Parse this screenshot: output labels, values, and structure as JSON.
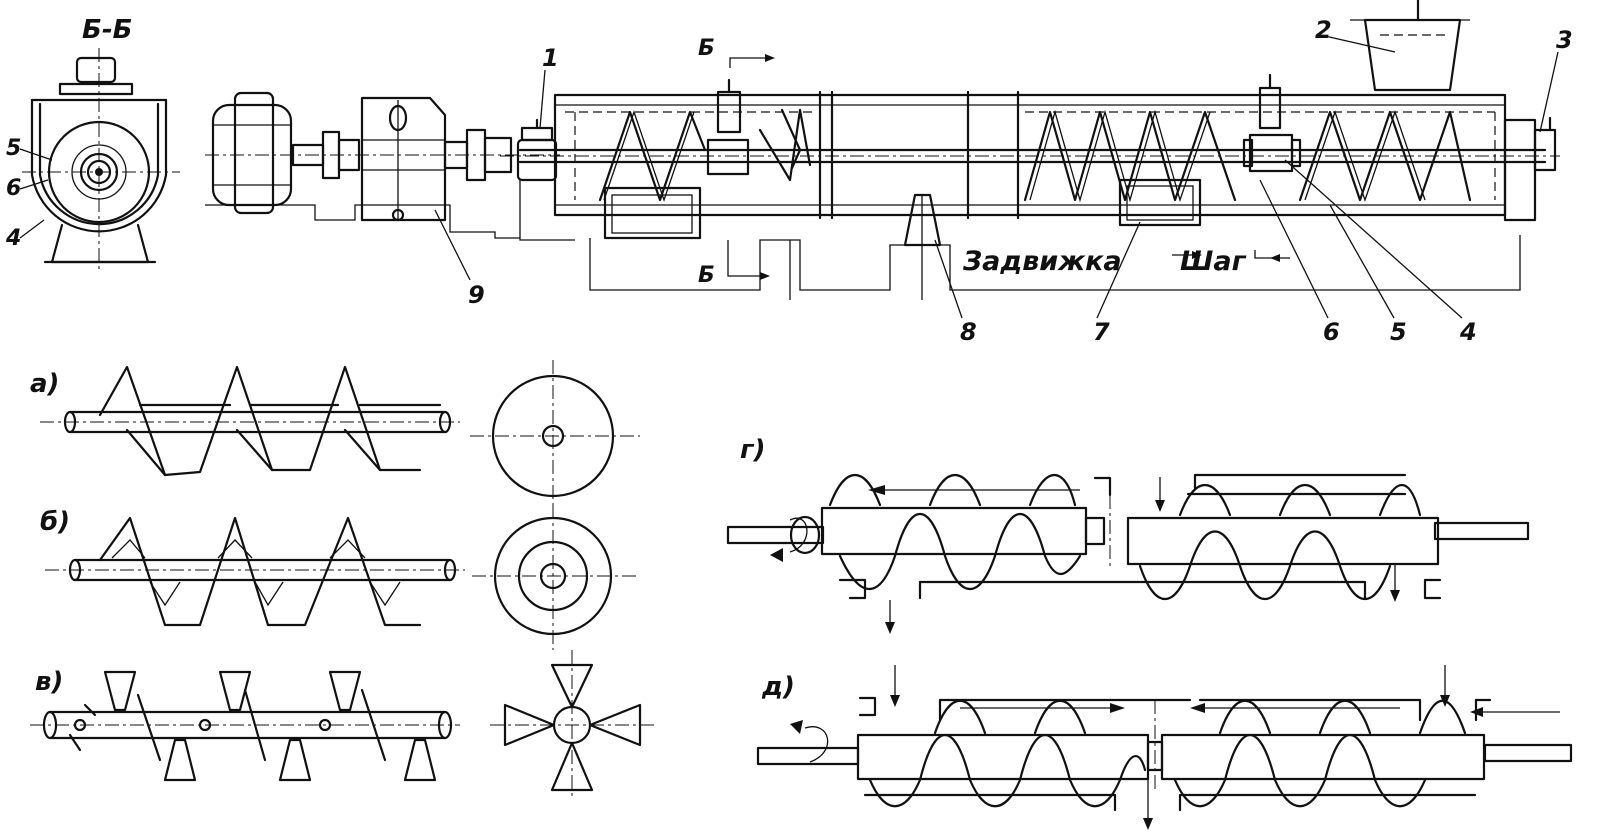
{
  "section_label": "Б-Б",
  "cut_marker": "Б",
  "callouts": {
    "n1": "1",
    "n2": "2",
    "n3": "3",
    "n4": "4",
    "n5": "5",
    "n6": "6",
    "n7": "7",
    "n8": "8",
    "n9": "9"
  },
  "side_callouts": {
    "s4": "4",
    "s5": "5",
    "s6": "6"
  },
  "text_labels": {
    "gate": "Задвижка",
    "pitch": "Шаг"
  },
  "variant_labels": {
    "a": "а)",
    "b": "б)",
    "v": "в)",
    "g": "г)",
    "d": "д)"
  }
}
